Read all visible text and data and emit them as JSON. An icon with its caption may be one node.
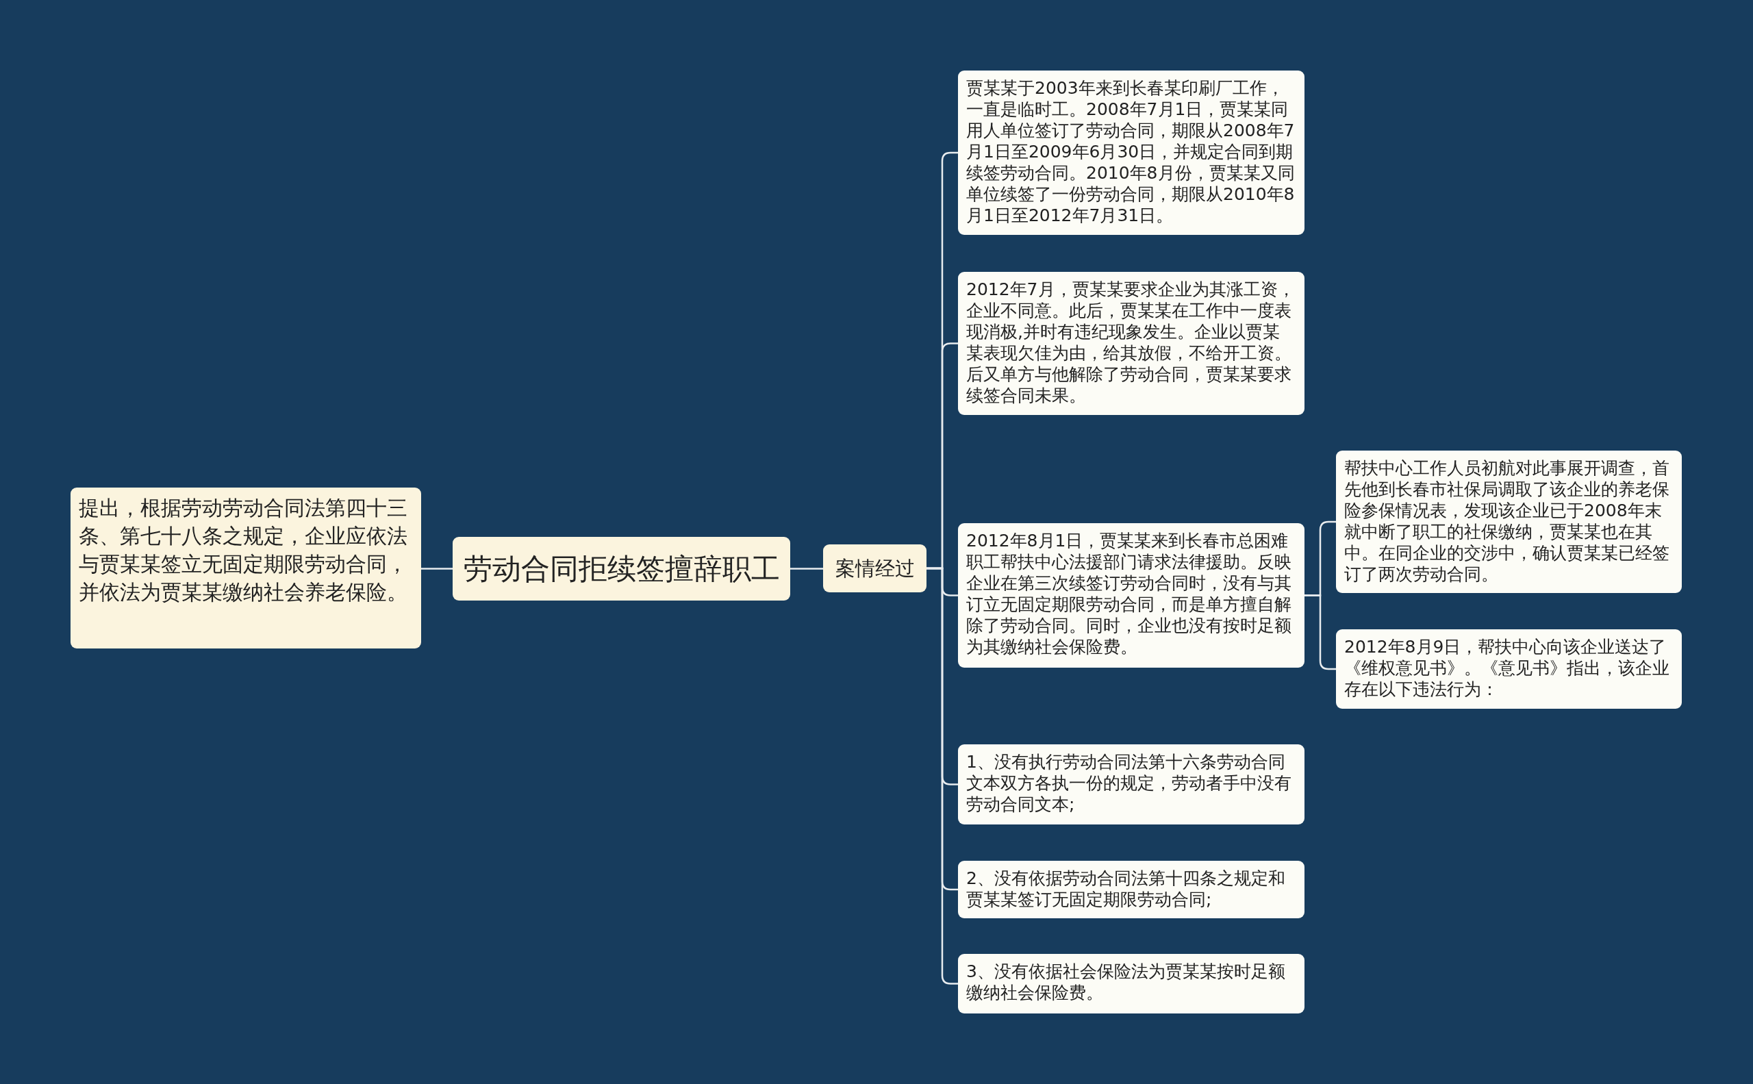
{
  "diagram": {
    "nodes": [
      {
        "text": [
          "劳动合同拒续签擅辞职工"
        ]
      },
      {
        "text": [
          "提出，根据劳动劳动合同法第四十三条、第七十八条之规定，企业应依法与贾某某签立无固定期限劳动合同，并依法为贾某某缴纳社会养老保险。"
        ]
      },
      {
        "text": [
          "案情经过"
        ]
      },
      {
        "text": [
          "贾某某于2003年来到长春某印刷厂工作，一直是临时工。2008年7月1日，贾某某同用人单位签订了劳动合同，期限从2008年7月1日至2009年6月30日，并规定合同到期续签劳动合同。2010年8月份，贾某某又同单位续签了一份劳动合同，期限从2010年8月1日至2012年7月31日。"
        ]
      },
      {
        "text": [
          "2012年7月，贾某某要求企业为其涨工资，企业不同意。此后，贾某某在工作中一度表现消极,并时有违纪现象发生。企业以贾某某表现欠佳为由，给其放假，不给开工资。后又单方与他解除了劳动合同，贾某某要求续签合同未果。"
        ]
      },
      {
        "text": [
          "2012年8月1日，贾某某来到长春市总困难职工帮扶中心法援部门请求法律援助。反映企业在第三次续签订劳动合同时，没有与其订立无固定期限劳动合同，而是单方擅自解除了劳动合同。同时，企业也没有按时足额为其缴纳社会保险费。"
        ]
      },
      {
        "text": [
          "1、没有执行劳动合同法第十六条劳动合同文本双方各执一份的规定，劳动者手中没有劳动合同文本;"
        ]
      },
      {
        "text": [
          "2、没有依据劳动合同法第十四条之规定和贾某某签订无固定期限劳动合同;"
        ]
      },
      {
        "text": [
          "3、没有依据社会保险法为贾某某按时足额缴纳社会保险费。"
        ]
      },
      {
        "text": [
          "帮扶中心工作人员初航对此事展开调查，首先他到长春市社保局调取了该企业的养老保险参保情况表，发现该企业已于2008年末就中断了职工的社保缴纳，贾某某也在其中。在同企业的交涉中，确认贾某某已经签订了两次劳动合同。"
        ]
      },
      {
        "text": [
          "2012年8月9日，帮扶中心向该企业送达了《维权意见书》。《意见书》指出，该企业存在以下违法行为："
        ]
      }
    ],
    "edges": [
      {
        "from": 0,
        "to": 1,
        "arrow": "none"
      },
      {
        "from": 0,
        "to": 2,
        "arrow": "none"
      },
      {
        "from": 2,
        "to": 3,
        "arrow": "none"
      },
      {
        "from": 2,
        "to": 4,
        "arrow": "none"
      },
      {
        "from": 2,
        "to": 5,
        "arrow": "none"
      },
      {
        "from": 2,
        "to": 6,
        "arrow": "none"
      },
      {
        "from": 2,
        "to": 7,
        "arrow": "none"
      },
      {
        "from": 2,
        "to": 8,
        "arrow": "none"
      },
      {
        "from": 5,
        "to": 9,
        "arrow": "none"
      },
      {
        "from": 5,
        "to": 10,
        "arrow": "none"
      }
    ]
  }
}
